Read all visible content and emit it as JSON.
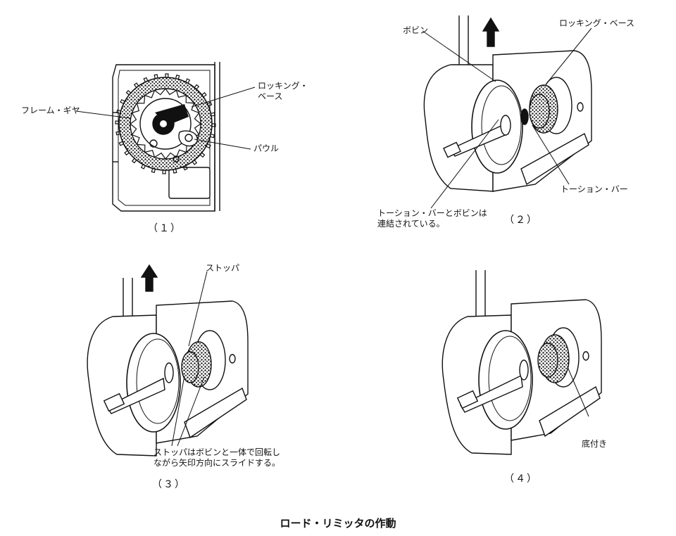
{
  "title": "ロード・リミッタの作動",
  "panels": {
    "p1": {
      "caption": "（１）",
      "labels": {
        "frame_gear": "フレーム・ギヤ",
        "locking_base": "ロッキング・\nベース",
        "pawl": "パウル"
      }
    },
    "p2": {
      "caption": "（２）",
      "labels": {
        "bobbin": "ボビン",
        "locking_base": "ロッキング・ベース",
        "torsion_bar": "トーション・バー",
        "note": "トーション・バーとボビンは\n連結されている。"
      }
    },
    "p3": {
      "caption": "（３）",
      "labels": {
        "stopper": "ストッパ",
        "note": "ストッパはボビンと一体で回転し\nながら矢印方向にスライドする。"
      }
    },
    "p4": {
      "caption": "（４）",
      "labels": {
        "bottoming": "底付き"
      }
    }
  }
}
